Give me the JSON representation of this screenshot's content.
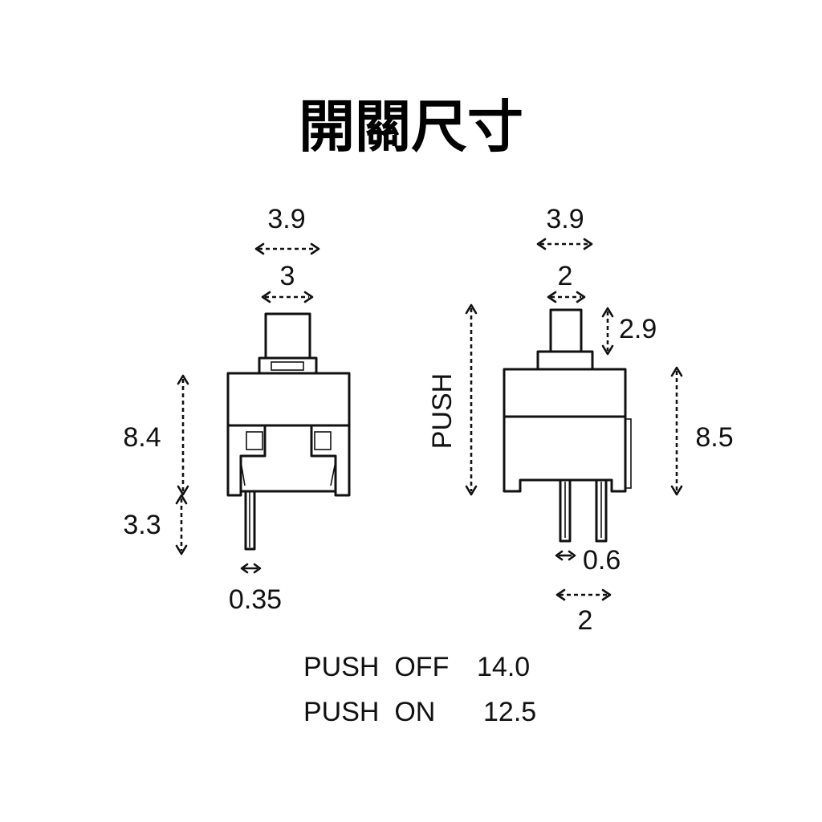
{
  "title": "開關尺寸",
  "left_view": {
    "top_width": "3.9",
    "cap_width": "3",
    "body_height": "8.4",
    "pin_length": "3.3",
    "pin_thickness": "0.35"
  },
  "right_view": {
    "top_width": "3.9",
    "cap_width": "2",
    "cap_travel": "2.9",
    "push_label": "PUSH",
    "body_height": "8.5",
    "pin_width": "0.6",
    "pin_pitch": "2"
  },
  "notes": [
    {
      "label": "PUSH  OFF",
      "value": "14.0"
    },
    {
      "label": "PUSH  ON",
      "value": "12.5"
    }
  ]
}
